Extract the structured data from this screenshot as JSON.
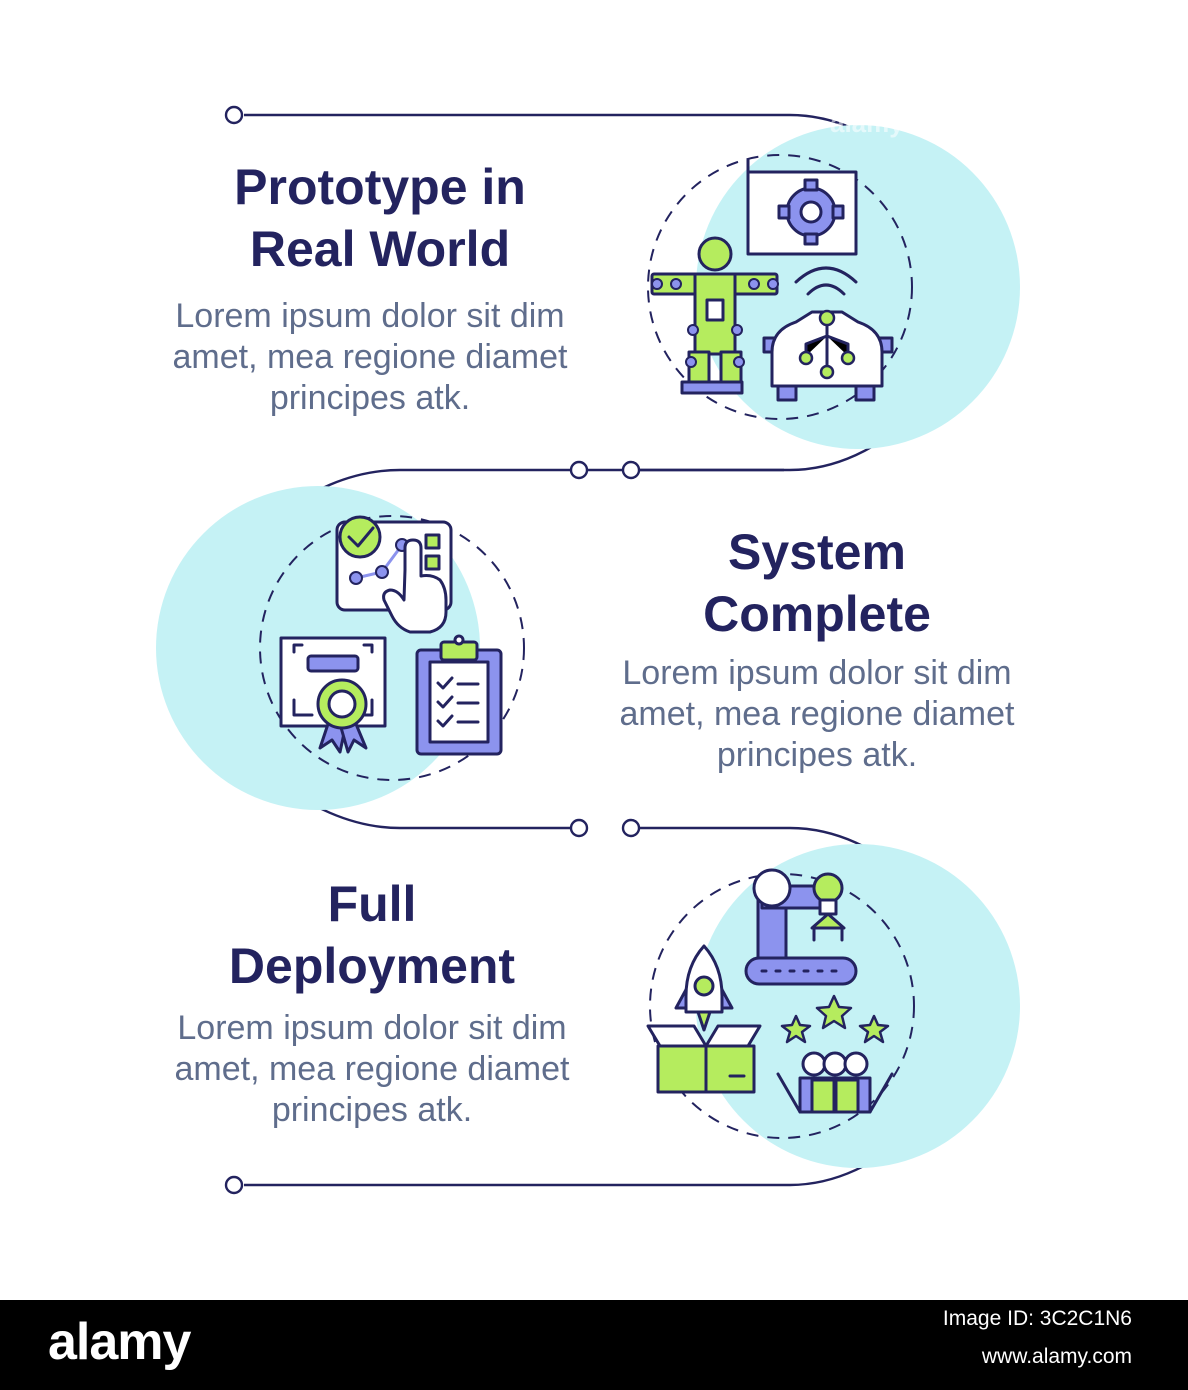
{
  "colors": {
    "navy": "#23235f",
    "body_text": "#5f6d8c",
    "circle_fill": "#c5f2f5",
    "lime": "#b5ec5e",
    "periwinkle": "#8c93ee",
    "outline": "#23235f"
  },
  "steps": [
    {
      "title_lines": [
        "Prototype in",
        "Real World"
      ],
      "description_lines": [
        "Lorem ipsum dolor sit dim",
        "amet, mea regione diamet",
        "principes atk."
      ],
      "icon": "prototype-testing-icon"
    },
    {
      "title_lines": [
        "System",
        "Complete"
      ],
      "description_lines": [
        "Lorem ipsum dolor sit dim",
        "amet, mea regione diamet",
        "principes atk."
      ],
      "icon": "system-complete-icon"
    },
    {
      "title_lines": [
        "Full",
        "Deployment"
      ],
      "description_lines": [
        "Lorem ipsum dolor sit dim",
        "amet, mea regione diamet",
        "principes atk."
      ],
      "icon": "full-deployment-icon"
    }
  ],
  "footer": {
    "logo": "alamy",
    "image_id": "Image ID: 3C2C1N6",
    "url": "www.alamy.com"
  },
  "watermark": "alamy"
}
